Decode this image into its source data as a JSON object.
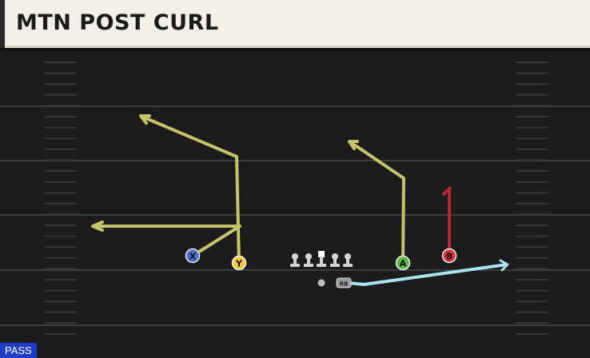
{
  "play": {
    "name": "MTN POST CURL",
    "type_badge": "PASS"
  },
  "players": [
    {
      "label": "X",
      "role": "receiver",
      "color": "#4a74d0"
    },
    {
      "label": "Y",
      "role": "receiver",
      "color": "#f2c93b"
    },
    {
      "label": "A",
      "role": "receiver",
      "color": "#5dbb44"
    },
    {
      "label": "B",
      "role": "receiver",
      "color": "#d6343d"
    },
    {
      "label": "RB",
      "role": "running-back",
      "color": "#c8c8c8"
    }
  ],
  "colors": {
    "route_primary": "#c6c46a",
    "route_block": "#b52735",
    "route_flat": "#a9e3ef",
    "field_bg": "#1c1c1c",
    "yard_line": "#3e3e3e",
    "title_bg": "#f1efe8",
    "badge_bg": "#1f3ec8"
  }
}
